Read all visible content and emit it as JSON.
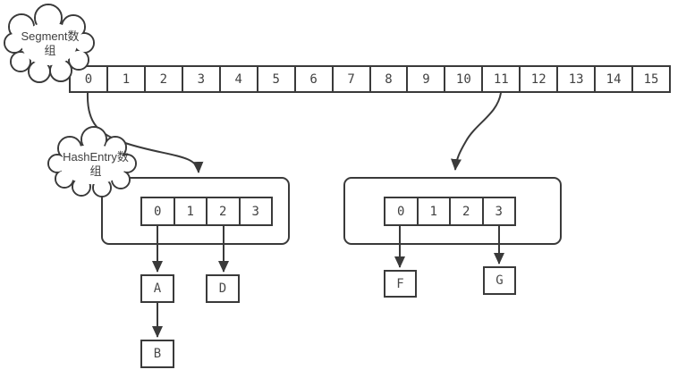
{
  "clouds": {
    "segment": {
      "label": "Segment数组"
    },
    "hashentry": {
      "label": "HashEntry数组"
    }
  },
  "segment_array": {
    "cells": [
      "0",
      "1",
      "2",
      "3",
      "4",
      "5",
      "6",
      "7",
      "8",
      "9",
      "10",
      "11",
      "12",
      "13",
      "14",
      "15"
    ]
  },
  "buckets": {
    "left": {
      "cells": [
        "0",
        "1",
        "2",
        "3"
      ]
    },
    "right": {
      "cells": [
        "0",
        "1",
        "2",
        "3"
      ]
    }
  },
  "nodes": {
    "a": "A",
    "b": "B",
    "d": "D",
    "f": "F",
    "g": "G"
  },
  "colors": {
    "stroke": "#3a3a3a",
    "text": "#414141",
    "background": "#ffffff"
  }
}
